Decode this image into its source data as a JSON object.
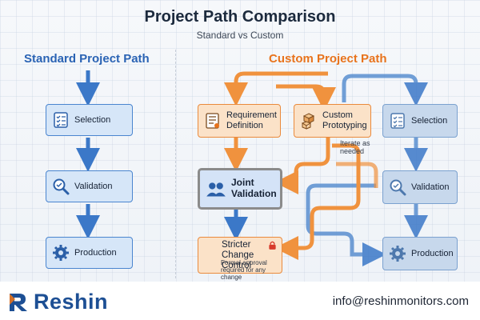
{
  "title": "Project Path Comparison",
  "subtitle": "Standard vs Custom",
  "standard": {
    "heading": "Standard Project Path",
    "steps": [
      {
        "label": "Selection",
        "icon": "checklist-icon"
      },
      {
        "label": "Validation",
        "icon": "magnifier-check-icon"
      },
      {
        "label": "Production",
        "icon": "gear-icon"
      }
    ]
  },
  "custom": {
    "heading": "Custom Project Path",
    "requirement": {
      "label": "Requirement Definition",
      "icon": "document-list-icon"
    },
    "prototyping": {
      "label": "Custom Prototyping",
      "icon": "cubes-icon"
    },
    "iterate_note": "Iterate as needed",
    "joint": {
      "label": "Joint Validation",
      "icon": "team-check-icon"
    },
    "change": {
      "label": "Stricter Change Control",
      "icon": "lock-icon",
      "note": "Formal approval required for any change"
    },
    "selection": {
      "label": "Selection",
      "icon": "checklist-icon"
    },
    "validation": {
      "label": "Validation",
      "icon": "magnifier-check-icon"
    },
    "production": {
      "label": "Production",
      "icon": "gear-icon"
    }
  },
  "footer": {
    "brand": "Reshin",
    "email": "info@reshinmonitors.com"
  },
  "colors": {
    "standard_blue": "#2a63b4",
    "custom_orange": "#e8731c",
    "arrow_blue": "#3b78c8",
    "arrow_orange": "#f0923e"
  }
}
